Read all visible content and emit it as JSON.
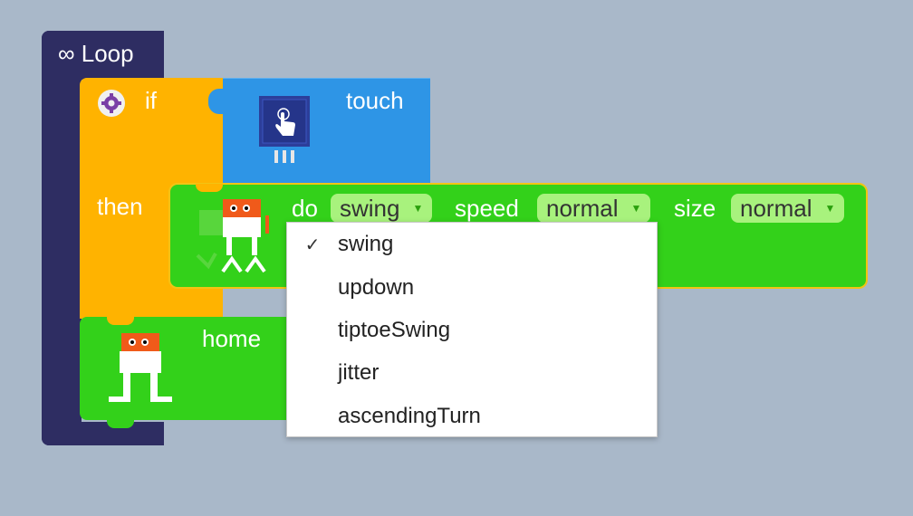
{
  "loop": {
    "label": "∞ Loop"
  },
  "if_block": {
    "if_label": "if",
    "then_label": "then"
  },
  "touch_block": {
    "label": "touch",
    "icon": "touch-sensor-icon",
    "color": "#2e95e6"
  },
  "do_block": {
    "do_label": "do",
    "move": {
      "value": "swing"
    },
    "speed_label": "speed",
    "speed": {
      "value": "normal"
    },
    "size_label": "size",
    "size": {
      "value": "normal"
    },
    "color": "#33d11a",
    "highlight": "#f2c414"
  },
  "home_block": {
    "label": "home"
  },
  "dropdown": {
    "selected": "swing",
    "options": [
      "swing",
      "updown",
      "tiptoeSwing",
      "jitter",
      "ascendingTurn"
    ]
  },
  "colors": {
    "background": "#a9b8c9",
    "loop": "#2e2d62",
    "if": "#ffb300"
  }
}
